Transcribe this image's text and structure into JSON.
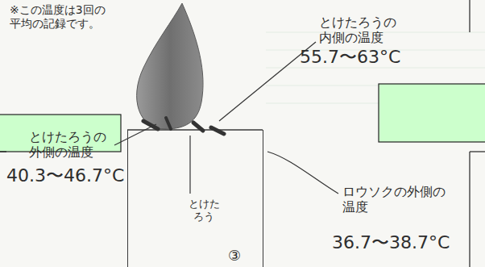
{
  "diagram": {
    "nodes": [
      {
        "text": [
          "とけた ろう"
        ]
      }
    ],
    "labels": [
      "※この温度は3回の 平均の記録です。",
      "とけたろうの 内側の温度",
      "55.7〜63°C",
      "とけたろうの 外側の温度",
      "40.3〜46.7°C",
      "ロウソクの外側の 温度",
      "36.7〜38.7°C",
      "③"
    ]
  }
}
